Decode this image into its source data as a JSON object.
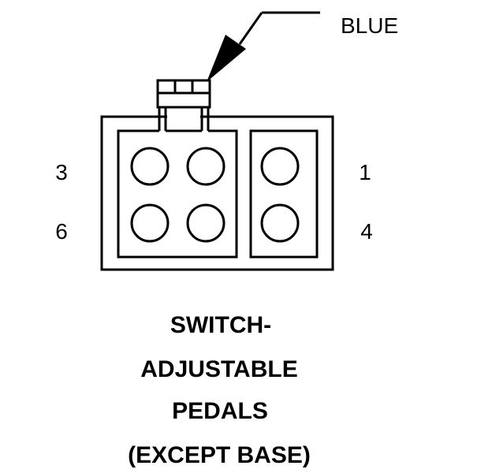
{
  "wire_label": "BLUE",
  "pins": {
    "left_top": "3",
    "left_bottom": "6",
    "right_top": "1",
    "right_bottom": "4"
  },
  "title_lines": [
    "SWITCH-",
    "ADJUSTABLE",
    "PEDALS",
    "(EXCEPT BASE)"
  ]
}
